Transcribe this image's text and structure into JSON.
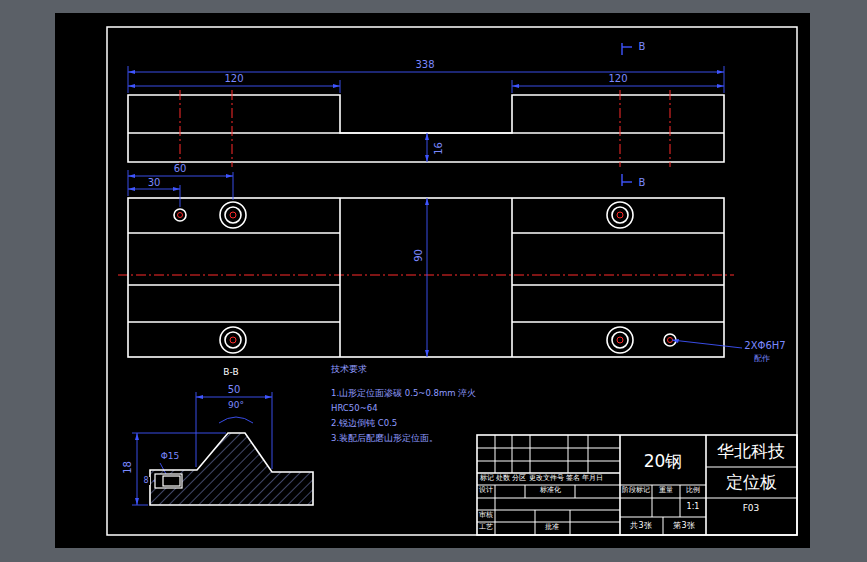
{
  "diagram": {
    "labels": [
      "338",
      "120",
      "120",
      "B",
      "16",
      "B",
      "60",
      "30",
      "90",
      "2XΦ6H7",
      "配作",
      "B-B",
      "50",
      "90°",
      "18",
      "Φ15",
      "8",
      "技术要求",
      "1.山形定位面渗碳 0.5~0.8mm 淬火",
      "HRC50~64",
      "2.锐边倒钝 C0.5",
      "3.装配后配磨山形定位面。",
      "20钢",
      "华北科技",
      "定位板",
      "F03",
      "标记 处数 分区 更改文件号 签名 年月日",
      "设计",
      "标准化",
      "审核",
      "工艺",
      "批准",
      "阶段标记",
      "重量",
      "比例",
      "1:1",
      "共3张",
      "第3张"
    ]
  }
}
